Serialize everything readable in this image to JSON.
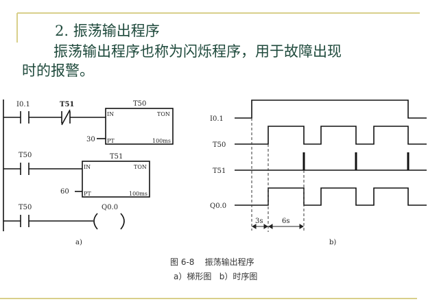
{
  "slide": {
    "heading": "2. 振荡输出程序",
    "body_line1": "振荡输出程序也称为闪烁程序，用于故障出现",
    "body_line2": "时的报警。"
  },
  "ladder": {
    "rung1": {
      "contact": "I0.1",
      "nc_contact": "T51",
      "timer": "T50",
      "in": "IN",
      "type": "TON",
      "pt_label": "PT",
      "pt_value": "30",
      "base": "100ms"
    },
    "rung2": {
      "contact": "T50",
      "timer": "T51",
      "in": "IN",
      "type": "TON",
      "pt_label": "PT",
      "pt_value": "60",
      "base": "100ms"
    },
    "rung3": {
      "contact": "T50",
      "coil": "Q0.0"
    },
    "sublabel": "a)"
  },
  "timing": {
    "signals": [
      "I0.1",
      "T50",
      "T51",
      "Q0.0"
    ],
    "interval1": "3s",
    "interval2": "6s",
    "sublabel": "b)"
  },
  "caption": {
    "line1": "图 6-8    振荡输出程序",
    "line2": "a）梯形图   b）时序图"
  },
  "colors": {
    "heading": "#1f4a3c",
    "rule": "#d8cf8a"
  }
}
